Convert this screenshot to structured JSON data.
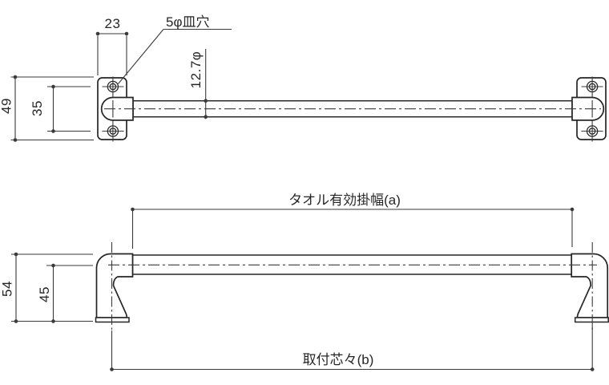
{
  "drawing_type": "technical drawing - towel bar (two orthographic views)",
  "colors": {
    "background": "#ffffff",
    "object_line": "#262626",
    "thin_line": "#3a3a3a"
  },
  "top_view": {
    "dim_plate_width": "23",
    "dim_plate_height": "49",
    "dim_hole_pitch": "35",
    "dim_bar_diameter": "12.7φ",
    "callout_countersunk_hole": "5φ皿穴"
  },
  "front_view": {
    "dim_bracket_height": "54",
    "dim_center_height": "45",
    "dim_effective_width": "タオル有効掛幅(a)",
    "dim_mounting_pitch": "取付芯々(b)"
  }
}
